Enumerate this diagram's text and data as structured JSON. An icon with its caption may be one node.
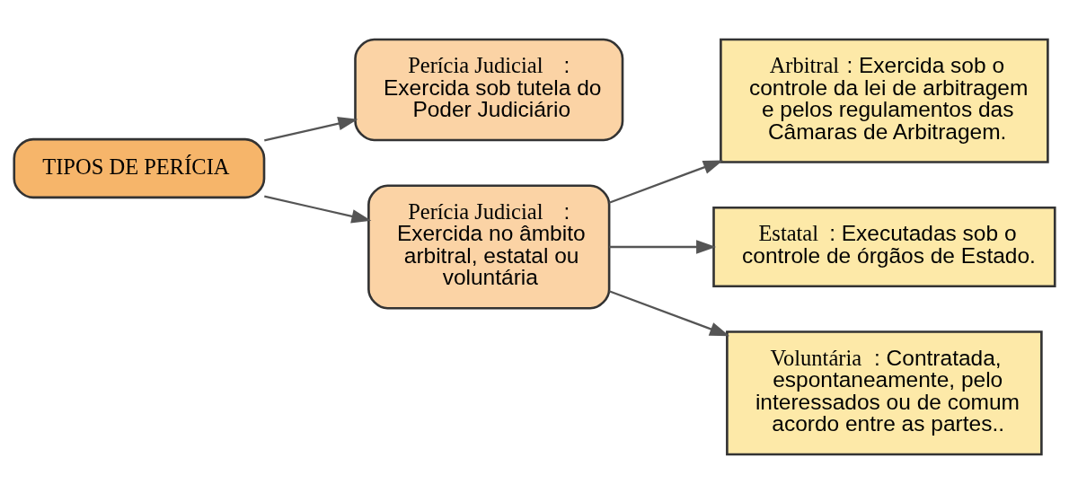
{
  "diagram": {
    "nodes": [
      {
        "text": [
          "TIPOS DE PERÍCIA"
        ]
      },
      {
        "text": [
          "**Perícia Judicial**: Exercida sob tutela do Poder Judiciário"
        ]
      },
      {
        "text": [
          "**Perícia Judicial**: Exercida no âmbito arbitral, estatal ou voluntária"
        ]
      },
      {
        "text": [
          "**Arbitral**: Exercida sob o controle da lei de arbitragem e pelos regulamentos das Câmaras de Arbitragem."
        ]
      },
      {
        "text": [
          "**Estatal**: Executadas sob o controle de órgãos de Estado."
        ]
      },
      {
        "text": [
          "**Voluntária**: Contratada, espontaneamente, pelo interessados ou de comum acordo entre as partes.."
        ]
      }
    ],
    "edges": [
      {
        "from": 0,
        "to": 1,
        "arrow": "to"
      },
      {
        "from": 0,
        "to": 2,
        "arrow": "to"
      },
      {
        "from": 2,
        "to": 3,
        "arrow": "to"
      },
      {
        "from": 2,
        "to": 4,
        "arrow": "to"
      },
      {
        "from": 2,
        "to": 5,
        "arrow": "to"
      }
    ]
  }
}
